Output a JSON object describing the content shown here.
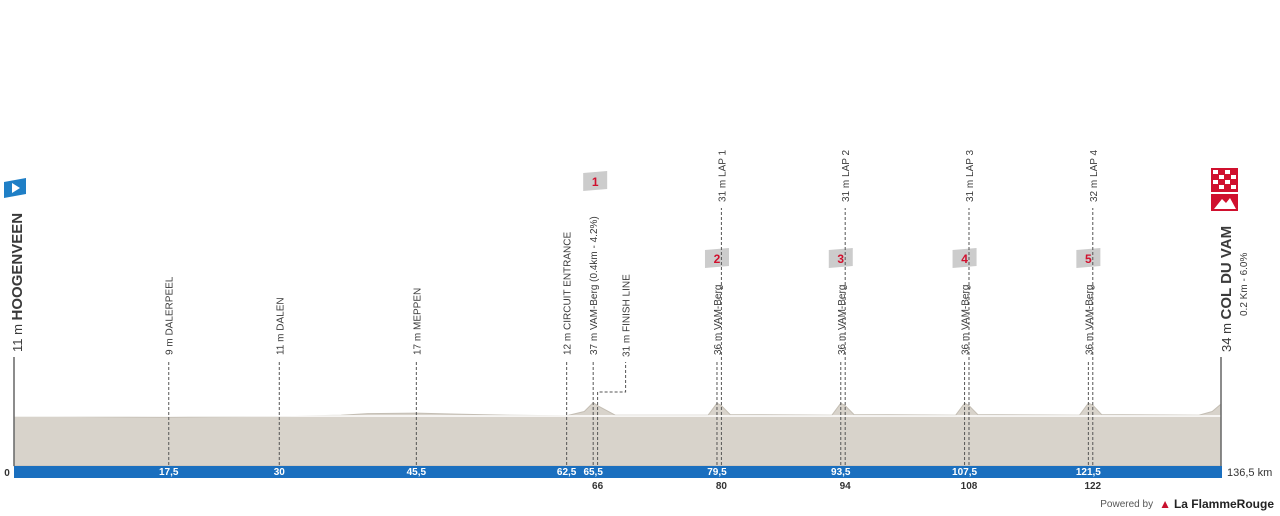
{
  "chart_data": {
    "type": "area",
    "start": {
      "name": "HOOGENVEEN",
      "altitude_label": "11 m"
    },
    "finish": {
      "name": "COL DU VAM",
      "altitude_label": "34 m",
      "climb": "0.2 Km - 6.0%"
    },
    "total_label": "136,5 km",
    "xlim": [
      0,
      136.5
    ],
    "ylim": [
      0,
      45
    ],
    "points_of_interest": [
      {
        "label": "9 m DALERPEEL",
        "km": 17.5,
        "tick": "17,5",
        "below": ""
      },
      {
        "label": "11 m DALEN",
        "km": 30,
        "tick": "30",
        "below": ""
      },
      {
        "label": "17 m MEPPEN",
        "km": 45.5,
        "tick": "45,5",
        "below": ""
      },
      {
        "label": "12 m CIRCUIT ENTRANCE",
        "km": 62.5,
        "tick": "62,5",
        "below": ""
      },
      {
        "label": "37 m VAM-Berg (0.4km - 4.2%)",
        "km": 65.5,
        "tick": "65,5",
        "below": "",
        "climb_no": "1"
      },
      {
        "label": "31 m FINISH LINE",
        "km": 66,
        "tick": "",
        "below": "66"
      },
      {
        "label": "36 m VAM-Berg",
        "km": 79.5,
        "tick": "79,5",
        "below": "",
        "climb_no": "2"
      },
      {
        "label": "31 m LAP 1",
        "km": 80,
        "tick": "",
        "below": "80"
      },
      {
        "label": "36 m VAM-Berg",
        "km": 93.5,
        "tick": "93,5",
        "below": "",
        "climb_no": "3"
      },
      {
        "label": "31 m LAP 2",
        "km": 94,
        "tick": "",
        "below": "94"
      },
      {
        "label": "36 m VAM-Berg",
        "km": 107.5,
        "tick": "107,5",
        "below": "",
        "climb_no": "4"
      },
      {
        "label": "31 m LAP 3",
        "km": 108,
        "tick": "",
        "below": "108"
      },
      {
        "label": "36 m VAM-Berg",
        "km": 121.5,
        "tick": "121,5",
        "below": "",
        "climb_no": "5"
      },
      {
        "label": "32 m LAP 4",
        "km": 122,
        "tick": "",
        "below": "122"
      }
    ],
    "elevation_profile": [
      [
        0,
        11
      ],
      [
        5,
        11
      ],
      [
        10,
        10
      ],
      [
        17.5,
        9
      ],
      [
        22,
        10
      ],
      [
        30,
        11
      ],
      [
        37,
        13
      ],
      [
        40,
        16
      ],
      [
        45.5,
        17
      ],
      [
        50,
        15
      ],
      [
        56,
        13
      ],
      [
        62.5,
        12
      ],
      [
        64.5,
        20
      ],
      [
        65.5,
        37
      ],
      [
        66,
        31
      ],
      [
        68,
        13
      ],
      [
        78.5,
        13
      ],
      [
        79.5,
        36
      ],
      [
        80,
        31
      ],
      [
        81,
        14
      ],
      [
        92.5,
        13
      ],
      [
        93.5,
        36
      ],
      [
        94,
        31
      ],
      [
        95,
        14
      ],
      [
        106.5,
        13
      ],
      [
        107.5,
        36
      ],
      [
        108,
        31
      ],
      [
        109,
        14
      ],
      [
        120.5,
        13
      ],
      [
        121.5,
        36
      ],
      [
        122,
        32
      ],
      [
        123,
        14
      ],
      [
        134,
        13
      ],
      [
        135.5,
        20
      ],
      [
        136.5,
        34
      ]
    ],
    "origin_label": "0"
  },
  "footer": {
    "powered_by": "Powered by",
    "brand": "La FlammeRouge"
  },
  "colors": {
    "axis_bar": "#1a6fbf",
    "profile_fill": "#d8d3cb",
    "profile_edge": "#c4beb4",
    "climb_marker": "#cccccc",
    "climb_number": "#d0102e",
    "start_flag": "#1f7fc6",
    "finish_flag": "#d0102e"
  }
}
